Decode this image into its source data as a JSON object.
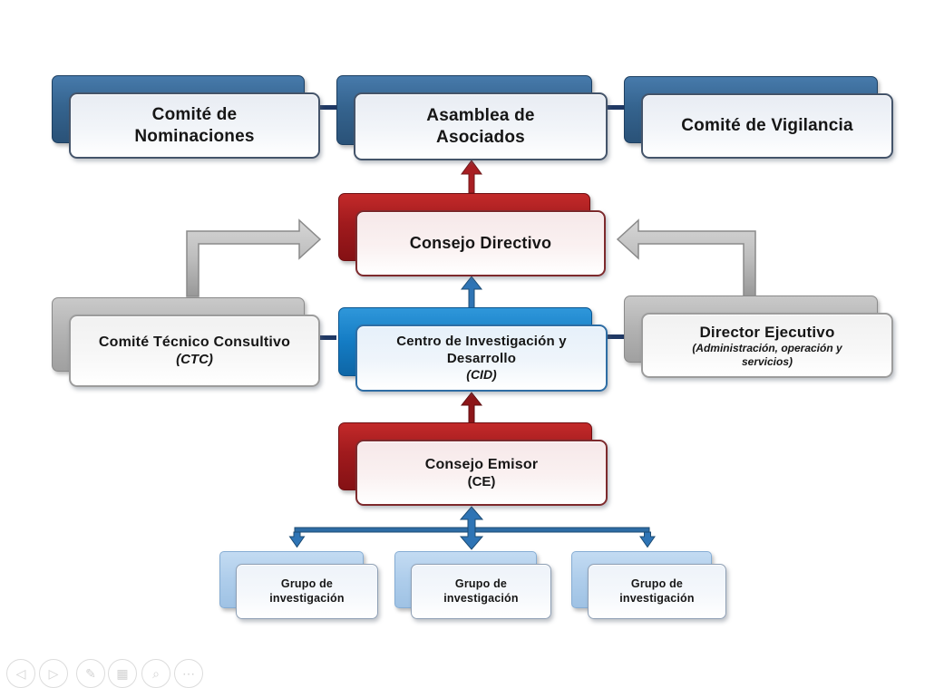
{
  "diagram": {
    "nodes": {
      "nominaciones": {
        "label": "Comité de Nominaciones"
      },
      "asamblea": {
        "label": "Asamblea de Asociados"
      },
      "vigilancia": {
        "label": "Comité de Vigilancia"
      },
      "directivo": {
        "label": "Consejo Directivo"
      },
      "ctc": {
        "label": "Comité Técnico Consultivo",
        "sub": "(CTC)"
      },
      "cid": {
        "label": "Centro de Investigación y Desarrollo",
        "sub": "(CID)"
      },
      "director": {
        "label": "Director Ejecutivo",
        "sub": "(Administración, operación y servicios)"
      },
      "emisor": {
        "label": "Consejo Emisor",
        "sub": "(CE)"
      },
      "grupo1": {
        "label": "Grupo de investigación"
      },
      "grupo2": {
        "label": "Grupo de investigación"
      },
      "grupo3": {
        "label": "Grupo de investigación"
      }
    },
    "colors": {
      "connector": "#1f3864",
      "navy_panel": "#31618f",
      "blue_panel": "#1581cb",
      "red_panel": "#a21c1f",
      "gray_panel": "#b0b0b0",
      "lightblue_panel": "#aecdeb",
      "arrow_red": "#a81e22",
      "arrow_darkred": "#8d1619",
      "arrow_blue": "#2e74b5",
      "arrow_gray": "#bdbdbd"
    }
  },
  "slideshow_controls": {
    "buttons": [
      {
        "name": "previous",
        "glyph": "◁"
      },
      {
        "name": "next",
        "glyph": "▷"
      },
      {
        "name": "pen",
        "glyph": "✎"
      },
      {
        "name": "all-slides",
        "glyph": "▦"
      },
      {
        "name": "zoom",
        "glyph": "⌕"
      },
      {
        "name": "more-options",
        "glyph": "⋯"
      }
    ]
  }
}
